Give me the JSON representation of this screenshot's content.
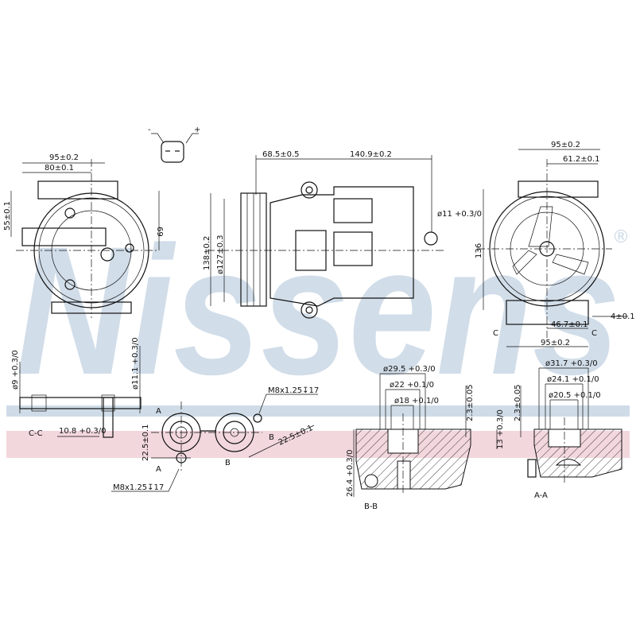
{
  "watermark": {
    "brand": "Nissens",
    "registered": "®"
  },
  "colors": {
    "watermark": "#c9d8e6",
    "band_blue": "#cfdce8",
    "band_pink": "#f2d7dd",
    "line": "#111111"
  },
  "connector": {
    "minus": "-",
    "plus": "+"
  },
  "left_view": {
    "width_outer": "95±0.2",
    "width_inner": "80±0.1",
    "height_left": "55±0.1",
    "height_right": "69"
  },
  "side_view": {
    "offset": "68.5±0.5",
    "length": "140.9±0.2",
    "hole": "ø11 +0.3/0",
    "height": "138±0.2",
    "pulley_dia": "ø127±0.3"
  },
  "right_view": {
    "width_top": "95±0.2",
    "offset_top": "61.2±0.1",
    "height": "136",
    "offset_bottom": "46.7±0.1",
    "width_bottom": "95±0.2",
    "gap": "4±0.1",
    "section_mark_left": "C",
    "section_mark_right": "C"
  },
  "section_cc": {
    "label": "C-C",
    "depth": "10.8 +0.3/0",
    "dia_small": "ø9 +0.3/0",
    "dia_large": "ø11.1 +0.3/0"
  },
  "port_view": {
    "thread_top": "M8x1.25↧17",
    "thread_bottom": "M8x1.25↧17",
    "dist_left": "22.5±0.1",
    "dist_right": "22.5±0.1",
    "mark_a": "A",
    "mark_b": "B"
  },
  "section_bb": {
    "label": "B-B",
    "d1": "ø29.5 +0.3/0",
    "d2": "ø22 +0.1/0",
    "d3": "ø18 +0.1/0",
    "depth": "2.3±0.05",
    "height": "26.4 +0.3/0"
  },
  "section_aa": {
    "label": "A-A",
    "d1": "ø31.7 +0.3/0",
    "d2": "ø24.1 +0.1/0",
    "d3": "ø20.5 +0.1/0",
    "depth": "2.3±0.05",
    "height": "13 +0.3/0"
  }
}
